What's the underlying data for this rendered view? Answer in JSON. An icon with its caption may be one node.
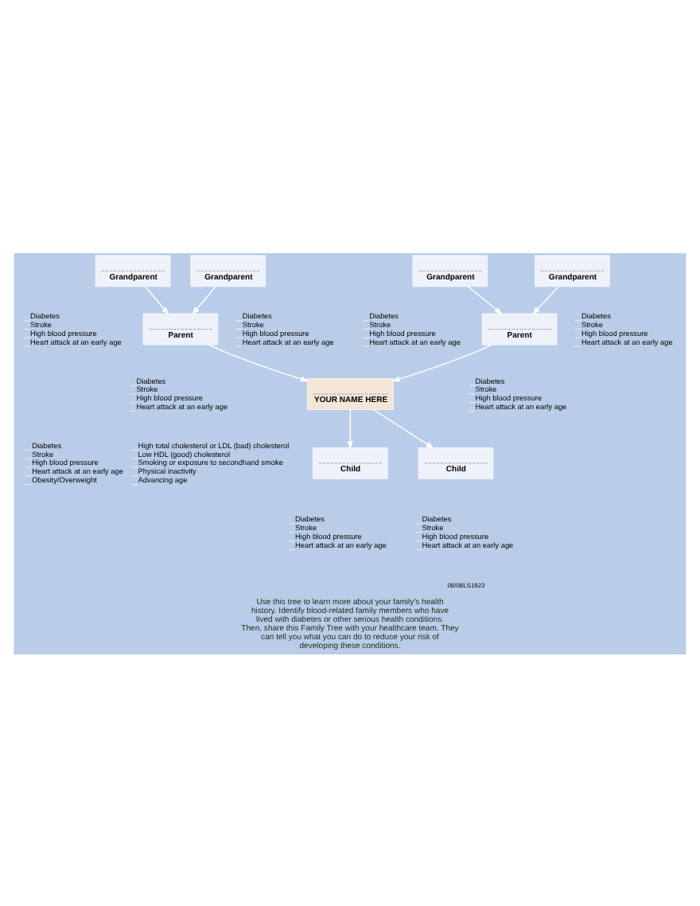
{
  "diagram": {
    "caption": "Use this tree to learn more about your family's health history. Identify blood-related family members who have lived with diabetes or other serious health conditions. Then, share this Family Tree with your healthcare team. They can tell you what you can do to reduce your risk of developing these conditions.",
    "nodes": [
      {
        "text": [
          "Grandparent"
        ],
        "beside": [
          "Diabetes",
          "Stroke",
          "High blood pressure",
          "Heart attack at an early age"
        ]
      },
      {
        "text": [
          "Grandparent"
        ],
        "beside": [
          "Diabetes",
          "Stroke",
          "High blood pressure",
          "Heart attack at an early age"
        ]
      },
      {
        "text": [
          "Grandparent"
        ],
        "beside": [
          "Diabetes",
          "Stroke",
          "High blood pressure",
          "Heart attack at an early age"
        ]
      },
      {
        "text": [
          "Grandparent"
        ],
        "beside": [
          "Diabetes",
          "Stroke",
          "High blood pressure",
          "Heart attack at an early age"
        ]
      },
      {
        "text": [
          "Parent"
        ],
        "beside": [
          "Diabetes",
          "Stroke",
          "High blood pressure",
          "Heart attack at an early age"
        ]
      },
      {
        "text": [
          "Parent"
        ],
        "beside": [
          "Diabetes",
          "Stroke",
          "High blood pressure",
          "Heart attack at an early age"
        ]
      },
      {
        "text": [
          "YOUR NAME HERE"
        ],
        "beside": [
          "Diabetes",
          "Stroke",
          "High blood pressure",
          "Heart attack at an early age",
          "Obesity/Overweight",
          "High total cholesterol or LDL (bad) cholesterol",
          "Low HDL (good) cholesterol",
          "Smoking or exposure to secondhand smoke",
          "Physical inactivity",
          "Advancing age"
        ]
      },
      {
        "text": [
          "Child"
        ],
        "beside": [
          "Diabetes",
          "Stroke",
          "High blood pressure",
          "Heart attack at an early age"
        ]
      },
      {
        "text": [
          "Child"
        ],
        "beside": [
          "Diabetes",
          "Stroke",
          "High blood pressure",
          "Heart attack at an early age"
        ]
      }
    ],
    "edges": [
      {
        "from": 0,
        "to": 5,
        "arrow": "to"
      },
      {
        "from": 2,
        "to": 5,
        "arrow": "to"
      },
      {
        "from": 1,
        "to": 4,
        "arrow": "to"
      },
      {
        "from": 3,
        "to": 4,
        "arrow": "to"
      },
      {
        "from": 5,
        "to": 6,
        "arrow": "to"
      },
      {
        "from": 4,
        "to": 6,
        "arrow": "to"
      },
      {
        "from": 6,
        "to": 7,
        "arrow": "to"
      },
      {
        "from": 6,
        "to": 8,
        "arrow": "to"
      }
    ],
    "labels": [
      "08/08LS1923"
    ]
  }
}
